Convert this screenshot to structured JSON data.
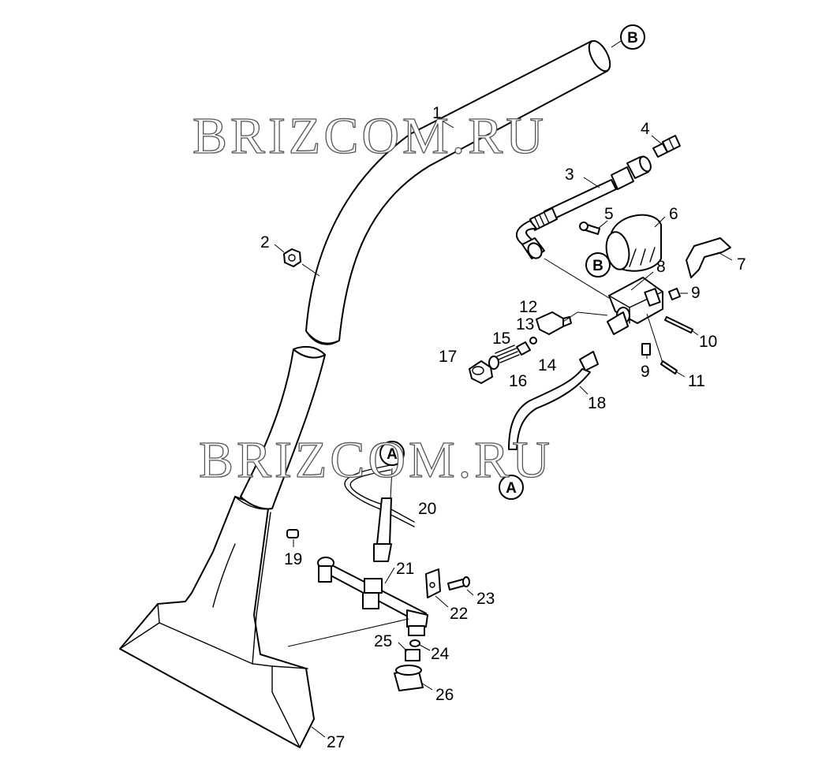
{
  "watermark": {
    "text": "BRIZCOM.RU"
  },
  "callouts": {
    "a_text": "A",
    "b_text": "B"
  },
  "labels": {
    "p1": "1",
    "p2": "2",
    "p3": "3",
    "p4": "4",
    "p5": "5",
    "p6": "6",
    "p7": "7",
    "p8": "8",
    "p9a": "9",
    "p9b": "9",
    "p10": "10",
    "p11": "11",
    "p12": "12",
    "p13": "13",
    "p14": "14",
    "p15": "15",
    "p16": "16",
    "p17": "17",
    "p18": "18",
    "p19": "19",
    "p20": "20",
    "p21": "21",
    "p22": "22",
    "p23": "23",
    "p24": "24",
    "p25": "25",
    "p26": "26",
    "p27": "27"
  }
}
